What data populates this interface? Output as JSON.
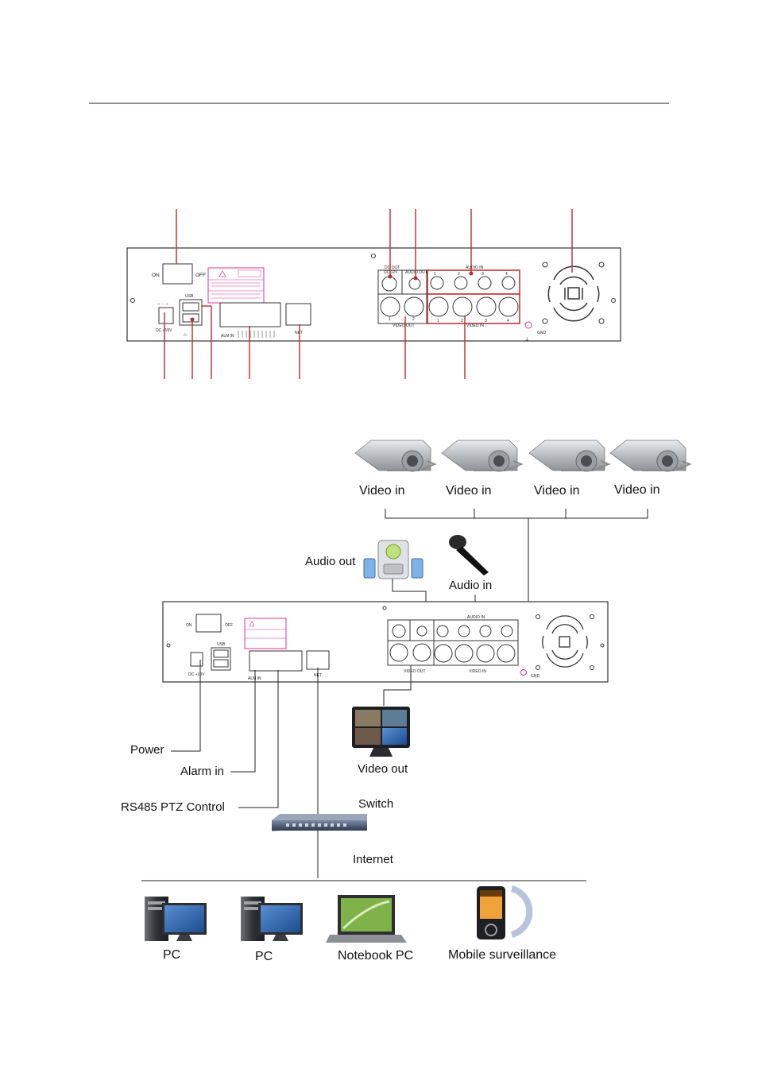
{
  "rear_panel": {
    "on": "ON",
    "off": "OFF",
    "usb": "USB",
    "dc_power": "DC +19V",
    "dc_out": "DC OUT",
    "dc_12v": "DC 12V",
    "audio_out": "AUDIO OUT",
    "audio_in": "AUDIO IN",
    "video_out": "VIDEO OUT",
    "video_in": "VIDEO IN",
    "net": "NET",
    "gnd": "GND",
    "alarm_in": "ALM IN",
    "port_numbers": [
      "1",
      "2",
      "3",
      "4"
    ],
    "out_numbers": [
      "1",
      "2"
    ]
  },
  "connection": {
    "cameras": [
      "Video in",
      "Video in",
      "Video in",
      "Video in"
    ],
    "audio_out": "Audio out",
    "audio_in": "Audio in",
    "power": "Power",
    "alarm_in": "Alarm in",
    "rs485": "RS485 PTZ Control",
    "video_out": "Video out",
    "switch": "Switch",
    "internet": "Internet",
    "clients": [
      "PC",
      "PC",
      "Notebook PC",
      "Mobile surveillance"
    ]
  },
  "colors": {
    "callout": "#c0282d",
    "warning_label": "#e0309a",
    "panel_stroke": "#333333"
  }
}
